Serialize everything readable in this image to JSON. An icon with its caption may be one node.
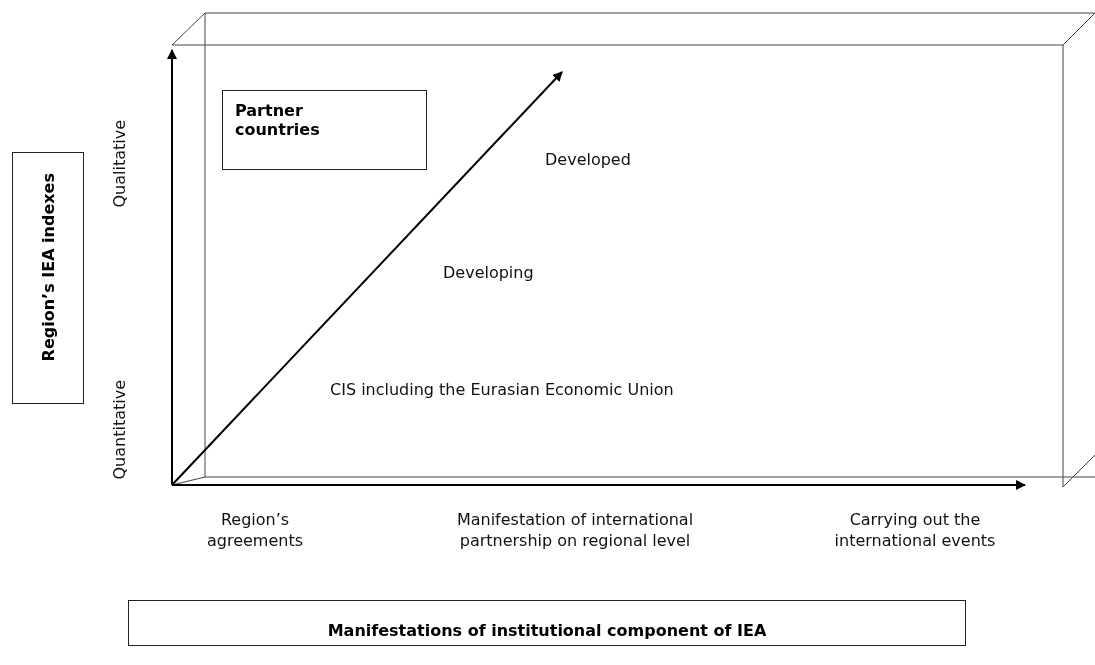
{
  "diagram": {
    "nodes": [
      {
        "text": [
          "Region’s IEA indexes"
        ]
      },
      {
        "text": [
          "Partner countries"
        ]
      },
      {
        "text": [
          "Manifestations of institutional component of IEA"
        ]
      }
    ],
    "edges": [],
    "labels": [
      "Qualitative",
      "Quantitative",
      "Developed",
      "Developing",
      "CIS including the Eurasian Economic Union",
      "Region’s agreements",
      "Manifestation of international partnership on regional level",
      "Carrying out the international events"
    ]
  }
}
